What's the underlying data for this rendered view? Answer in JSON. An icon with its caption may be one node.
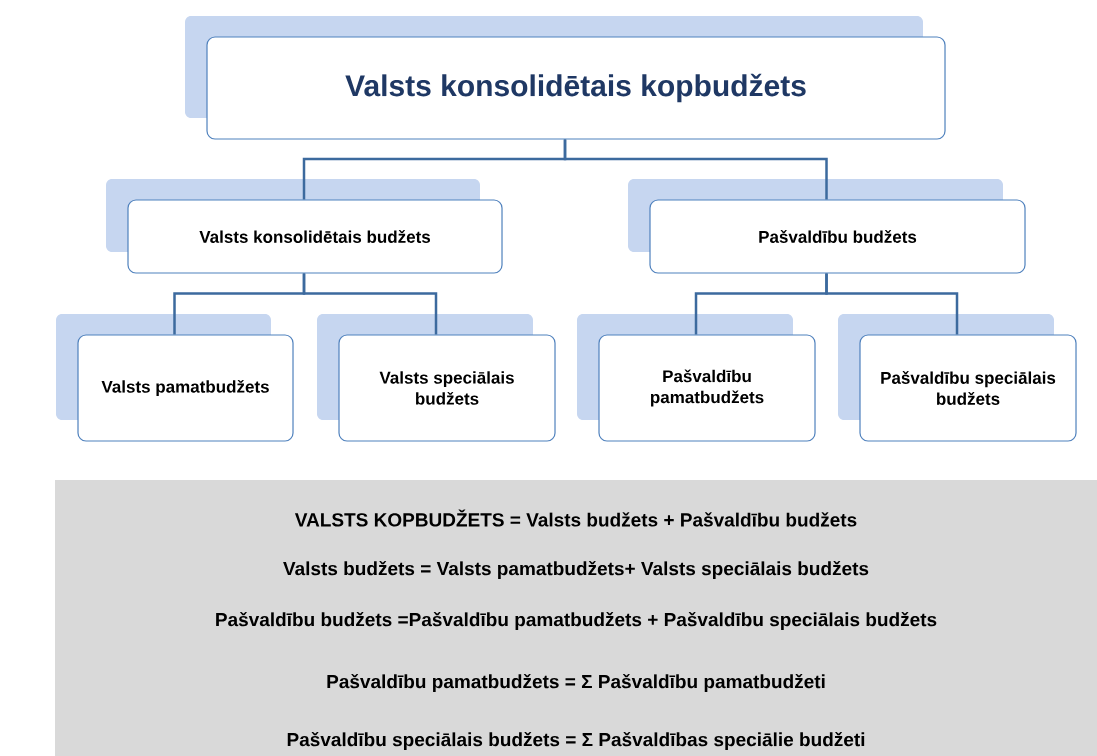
{
  "diagram": {
    "nodes": [
      {
        "text": [
          "Valsts konsolidētais kopbudžets"
        ]
      },
      {
        "text": [
          "Valsts konsolidētais budžets"
        ]
      },
      {
        "text": [
          "Pašvaldību budžets"
        ]
      },
      {
        "text": [
          "Valsts pamatbudžets"
        ]
      },
      {
        "text": [
          "Valsts speciālais budžets"
        ]
      },
      {
        "text": [
          "Pašvaldību pamatbudžets"
        ]
      },
      {
        "text": [
          "Pašvaldību speciālais budžets"
        ]
      }
    ],
    "edges": [
      {
        "from": 0,
        "to": 1,
        "arrow": "none"
      },
      {
        "from": 0,
        "to": 2,
        "arrow": "none"
      },
      {
        "from": 1,
        "to": 3,
        "arrow": "none"
      },
      {
        "from": 1,
        "to": 4,
        "arrow": "none"
      },
      {
        "from": 2,
        "to": 5,
        "arrow": "none"
      },
      {
        "from": 2,
        "to": 6,
        "arrow": "none"
      }
    ],
    "labels": [
      "VALSTS KOPBUDŽETS = Valsts budžets + Pašvaldību budžets",
      "Valsts budžets = Valsts pamatbudžets+ Valsts speciālais budžets",
      "Pašvaldību budžets =Pašvaldību pamatbudžets + Pašvaldību speciālais budžets",
      "Pašvaldību pamatbudžets = Σ Pašvaldību pamatbudžeti",
      "Pašvaldību speciālais budžets = Σ Pašvaldības speciālie budžeti"
    ]
  }
}
